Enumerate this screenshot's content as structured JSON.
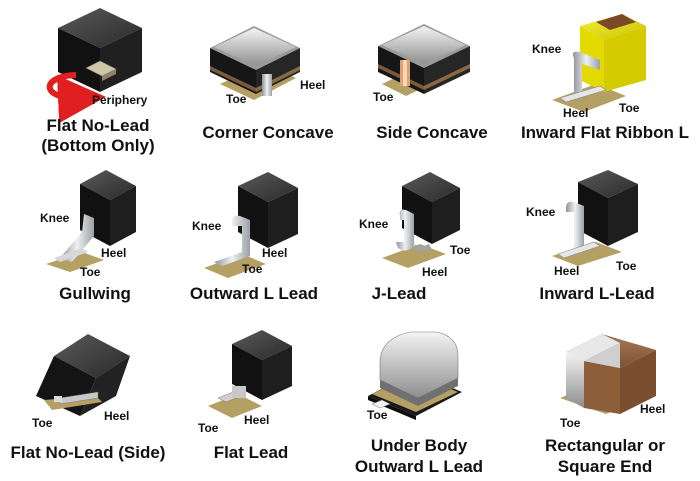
{
  "cells": [
    {
      "id": "flat-no-lead-bottom",
      "title_lines": [
        "Flat No-Lead",
        "(Bottom Only)"
      ],
      "parts": [
        "Periphery"
      ]
    },
    {
      "id": "corner-concave",
      "title_lines": [
        "Corner Concave"
      ],
      "parts": [
        "Toe",
        "Heel"
      ]
    },
    {
      "id": "side-concave",
      "title_lines": [
        "Side Concave"
      ],
      "parts": [
        "Toe"
      ]
    },
    {
      "id": "inward-flat-ribbon-l",
      "title_lines": [
        "Inward Flat Ribbon L"
      ],
      "parts": [
        "Knee",
        "Heel",
        "Toe"
      ]
    },
    {
      "id": "gullwing",
      "title_lines": [
        "Gullwing"
      ],
      "parts": [
        "Knee",
        "Heel",
        "Toe"
      ]
    },
    {
      "id": "outward-l-lead",
      "title_lines": [
        "Outward L Lead"
      ],
      "parts": [
        "Knee",
        "Heel",
        "Toe"
      ]
    },
    {
      "id": "j-lead",
      "title_lines": [
        "J-Lead"
      ],
      "parts": [
        "Knee",
        "Toe",
        "Heel"
      ]
    },
    {
      "id": "inward-l-lead",
      "title_lines": [
        "Inward L-Lead"
      ],
      "parts": [
        "Knee",
        "Heel",
        "Toe"
      ]
    },
    {
      "id": "flat-no-lead-side",
      "title_lines": [
        "Flat No-Lead (Side)"
      ],
      "parts": [
        "Toe",
        "Heel"
      ]
    },
    {
      "id": "flat-lead",
      "title_lines": [
        "Flat Lead"
      ],
      "parts": [
        "Toe",
        "Heel"
      ]
    },
    {
      "id": "under-body-outward-l-lead",
      "title_lines": [
        "Under Body",
        "Outward L Lead"
      ],
      "parts": [
        "Toe"
      ]
    },
    {
      "id": "rectangular-or-square-end",
      "title_lines": [
        "Rectangular or",
        "Square End"
      ],
      "parts": [
        "Toe",
        "Heel"
      ]
    }
  ],
  "colors": {
    "body": "#1c1c1c",
    "pad": "#b39a5e",
    "lead": "#b9bdc3",
    "arrow": "#e02020",
    "yellow": "#e8e000",
    "brown": "#8a5a35"
  }
}
